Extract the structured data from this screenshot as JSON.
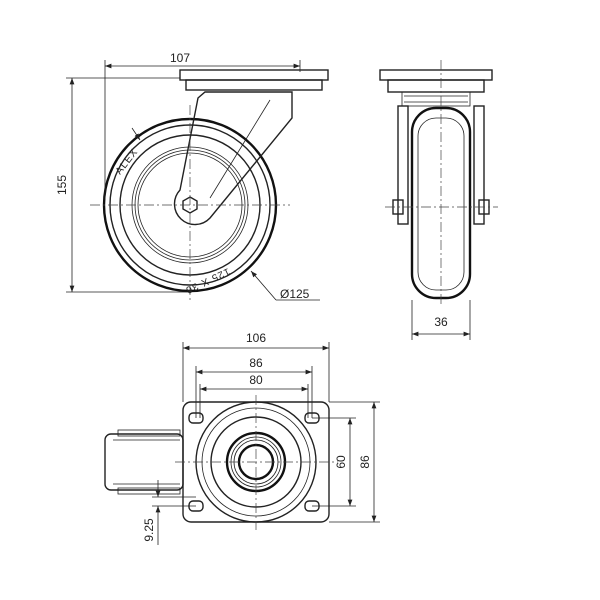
{
  "side_view": {
    "width_dim": "107",
    "height_dim": "155",
    "diameter_dim": "Ø125",
    "brand_text": "ALEX",
    "size_text": "125 X 36"
  },
  "front_view": {
    "wheel_width_dim": "36"
  },
  "bottom_view": {
    "plate_width_dim": "106",
    "hole_span_outer_dim": "86",
    "hole_span_inner_dim": "80",
    "hole_span_vertical_dim": "60",
    "plate_height_dim": "86",
    "offset_dim": "9.25"
  }
}
